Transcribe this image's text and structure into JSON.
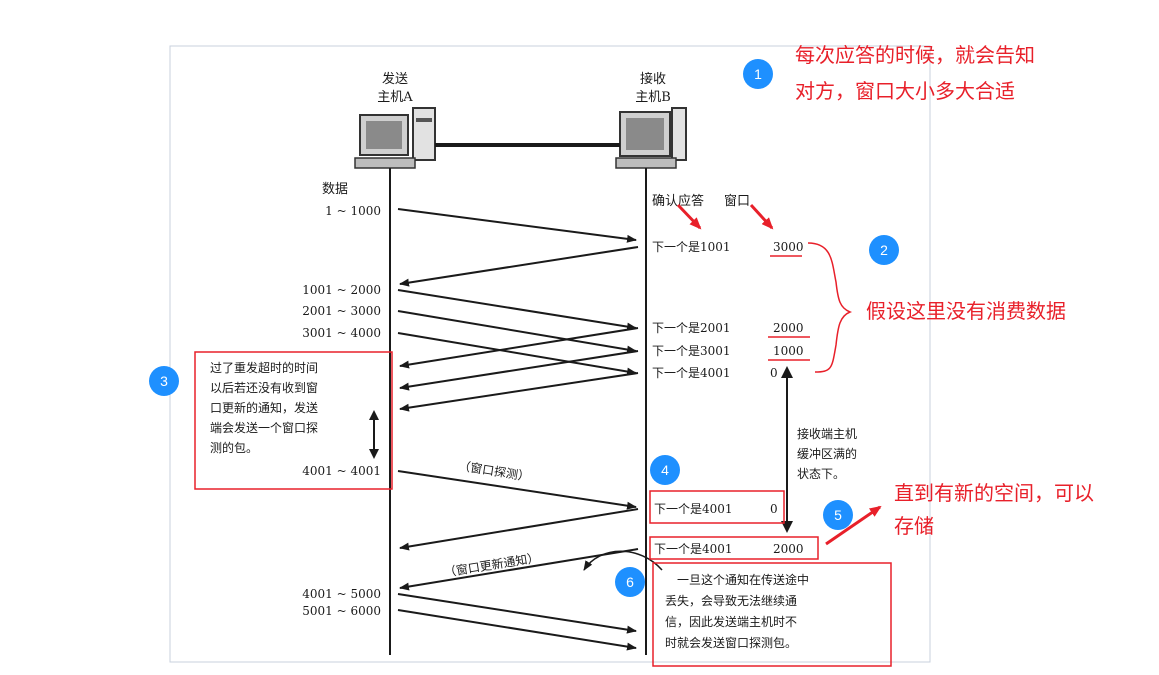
{
  "hosts": {
    "sender": {
      "line1": "发送",
      "line2": "主机A"
    },
    "receiver": {
      "line1": "接收",
      "line2": "主机B"
    }
  },
  "labels": {
    "data": "数据",
    "ack": "确认应答",
    "window": "窗口"
  },
  "segments": [
    {
      "range": "1 ~ 1000"
    },
    {
      "range": "1001 ~ 2000"
    },
    {
      "range": "2001 ~ 3000"
    },
    {
      "range": "3001 ~ 4000"
    },
    {
      "range": "4001 ~ 4001"
    },
    {
      "range": "4001 ~ 5000"
    },
    {
      "range": "5001 ~ 6000"
    }
  ],
  "acks": [
    {
      "text": "下一个是1001",
      "window": "3000"
    },
    {
      "text": "下一个是2001",
      "window": "2000"
    },
    {
      "text": "下一个是3001",
      "window": "1000"
    },
    {
      "text": "下一个是4001",
      "window": "0"
    },
    {
      "text": "下一个是4001",
      "window": "0"
    },
    {
      "text": "下一个是4001",
      "window": "2000"
    }
  ],
  "probe_label": "（窗口探测）",
  "update_label": "（窗口更新通知）",
  "buffer_full": [
    "接收端主机",
    "缓冲区满的",
    "状态下。"
  ],
  "box_left": [
    "过了重发超时的时间",
    "以后若还没有收到窗",
    "口更新的通知，发送",
    "端会发送一个窗口探",
    "测的包。"
  ],
  "box_right": [
    "一旦这个通知在传送途中",
    "丢失，会导致无法继续通",
    "信，因此发送端主机时不",
    "时就会发送窗口探测包。"
  ],
  "annotations": {
    "note1": [
      "每次应答的时候，就会告知",
      "对方，窗口大小多大合适"
    ],
    "note2": "假设这里没有消费数据",
    "note5": [
      "直到有新的空间，可以",
      "存储"
    ]
  },
  "badges": [
    "1",
    "2",
    "3",
    "4",
    "5",
    "6"
  ],
  "colors": {
    "annotation": "#e8202a",
    "badge": "#1e90ff",
    "ink": "#1a1a1a"
  }
}
